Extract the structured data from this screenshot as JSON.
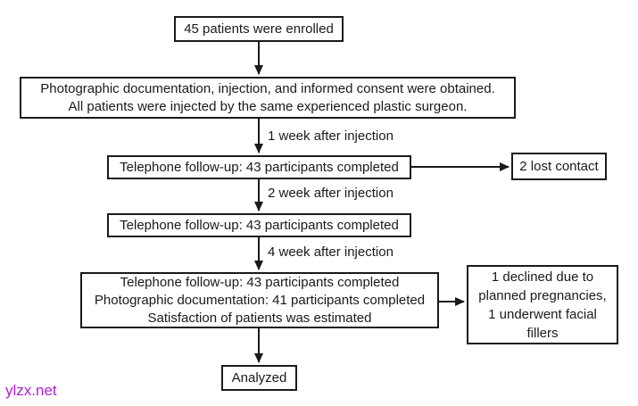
{
  "flowchart": {
    "boxes": {
      "enrolled": {
        "text": "45 patients were enrolled"
      },
      "consent": {
        "lines": [
          "Photographic documentation, injection, and informed consent were obtained.",
          "All patients were injected by the same experienced plastic surgeon."
        ]
      },
      "followup_week1": {
        "text": "Telephone follow-up: 43 participants completed"
      },
      "lost_contact": {
        "text": "2 lost contact"
      },
      "followup_week2": {
        "text": "Telephone follow-up: 43 participants completed"
      },
      "followup_week4": {
        "lines": [
          "Telephone follow-up: 43 participants completed",
          "Photographic documentation: 41 participants completed",
          "Satisfaction of patients was estimated"
        ]
      },
      "declined": {
        "lines": [
          "1 declined due to",
          "planned pregnancies,",
          "1 underwent facial",
          "fillers"
        ]
      },
      "analyzed": {
        "text": "Analyzed"
      }
    },
    "edge_labels": {
      "week1": "1 week after injection",
      "week2": "2 week after injection",
      "week4": "4 week after injection"
    },
    "line_color": "#1a1a1a"
  },
  "watermark": {
    "text": "ylzx.net",
    "color": "#ae1fd4"
  }
}
